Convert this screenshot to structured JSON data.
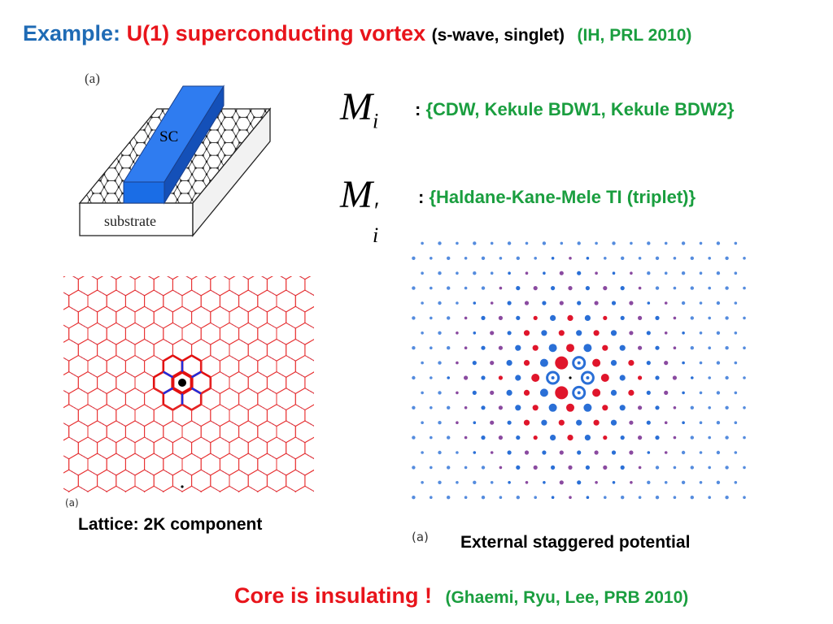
{
  "colors": {
    "blue": "#1f6bb5",
    "red": "#e8141b",
    "green": "#1a9e3f",
    "sc_blue": "#1a6de6",
    "lattice_red": "#e83030"
  },
  "title": {
    "example": "Example:",
    "u1": "U(1) superconducting vortex",
    "wave": "(s-wave, singlet)",
    "ref": "(IH, PRL 2010)"
  },
  "figure_a": {
    "label": "(a)",
    "sc_label": "SC",
    "substrate_label": "substrate"
  },
  "math": {
    "m_i": "M",
    "m_i_sub": "i",
    "m_prime": "M",
    "m_prime_sup": "′",
    "m_prime_sub": "i"
  },
  "sets": {
    "m_set_colon": ":",
    "m_set": "{CDW, Kekule BDW1, Kekule BDW2}",
    "mprime_set_colon": ":",
    "mprime_set": "{Haldane-Kane-Mele TI  (triplet)}"
  },
  "lattice": {
    "tag": "(a)",
    "caption": "Lattice: 2K component"
  },
  "potential": {
    "tag": "(a)",
    "caption": "External staggered potential"
  },
  "footer": {
    "core": "Core is insulating !",
    "ref": "(Ghaemi, Ryu, Lee, PRB 2010)"
  }
}
